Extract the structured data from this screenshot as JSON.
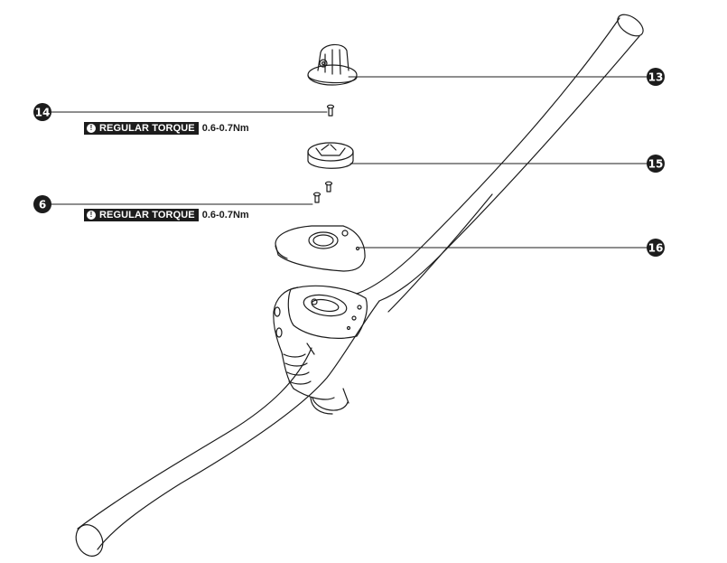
{
  "callouts": [
    {
      "id": "c13",
      "number": "13"
    },
    {
      "id": "c14",
      "number": "14"
    },
    {
      "id": "c15",
      "number": "15"
    },
    {
      "id": "c6",
      "number": "6"
    },
    {
      "id": "c16",
      "number": "16"
    }
  ],
  "torque_notes": [
    {
      "icon": "warning-icon",
      "label": "REGULAR TORQUE",
      "value": "0.6-0.7Nm"
    },
    {
      "icon": "warning-icon",
      "label": "REGULAR TORQUE",
      "value": "0.6-0.7Nm"
    }
  ]
}
